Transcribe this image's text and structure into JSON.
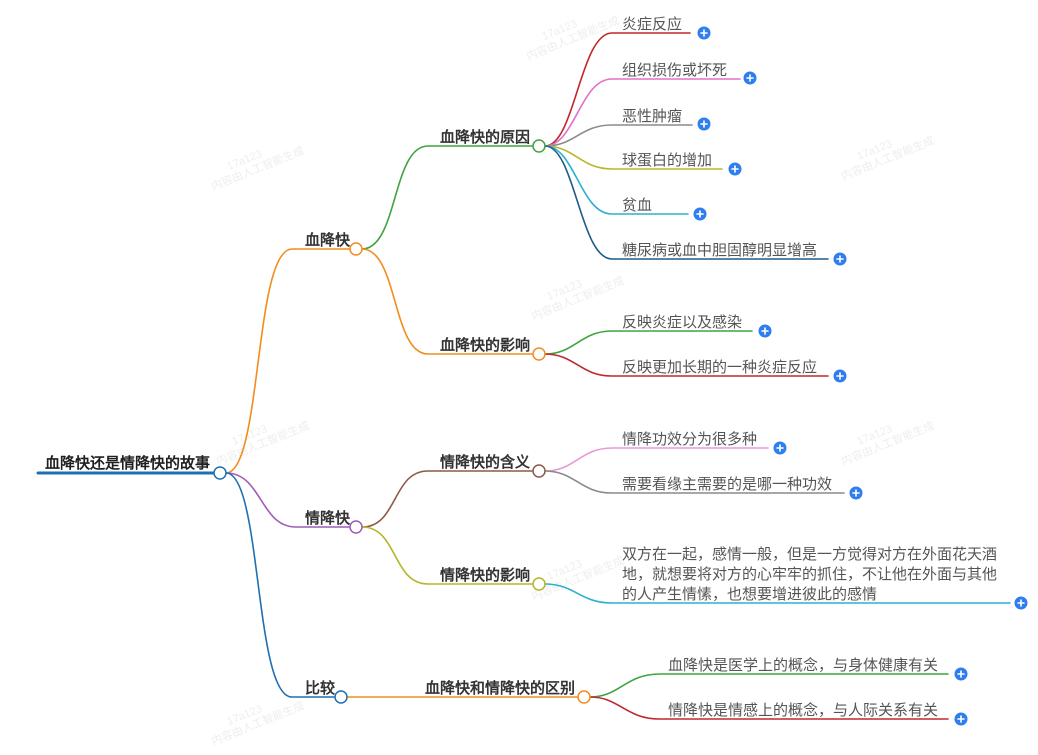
{
  "mindmap": {
    "root": {
      "label": "血降快还是情降快的故事",
      "color": "#1f6fb2"
    },
    "branches": [
      {
        "label": "血降快",
        "color": "#f28c1e",
        "children": [
          {
            "label": "血降快的原因",
            "color": "#3fa33f",
            "children": [
              {
                "label": "炎症反应",
                "color": "#c0282d"
              },
              {
                "label": "组织损伤或坏死",
                "color": "#e070c8"
              },
              {
                "label": "恶性肿瘤",
                "color": "#8a8a8a"
              },
              {
                "label": "球蛋白的增加",
                "color": "#b8b82c"
              },
              {
                "label": "贫血",
                "color": "#2cb0d0"
              },
              {
                "label": "糖尿病或血中胆固醇明显增高",
                "color": "#1e5c8c"
              }
            ]
          },
          {
            "label": "血降快的影响",
            "color": "#f28c1e",
            "children": [
              {
                "label": "反映炎症以及感染",
                "color": "#3fa33f"
              },
              {
                "label": "反映更加长期的一种炎症反应",
                "color": "#c0282d"
              }
            ]
          }
        ]
      },
      {
        "label": "情降快",
        "color": "#9d5cb8",
        "children": [
          {
            "label": "情降快的含义",
            "color": "#8b5a45",
            "children": [
              {
                "label": "情降功效分为很多种",
                "color": "#e89ad6"
              },
              {
                "label": "需要看缘主需要的是哪一种功效",
                "color": "#8a8a8a"
              }
            ]
          },
          {
            "label": "情降快的影响",
            "color": "#b5b52a",
            "children": [
              {
                "label": "双方在一起，感情一般，但是一方觉得对方在外面花天酒地，就想要将对方的心牢牢的抓住，不让他在外面与其他的人产生情愫，也想要增进彼此的感情",
                "color": "#2cb0d0"
              }
            ]
          }
        ]
      },
      {
        "label": "比较",
        "color": "#1f6fb2",
        "children": [
          {
            "label": "血降快和情降快的区别",
            "color": "#f28c1e",
            "children": [
              {
                "label": "血降快是医学上的概念，与身体健康有关",
                "color": "#3fa33f"
              },
              {
                "label": "情降快是情感上的概念，与人际关系有关",
                "color": "#c0282d"
              }
            ]
          }
        ]
      }
    ]
  },
  "ui": {
    "expand_icon": "plus-circle-icon",
    "expand_color": "#2f7ef0"
  },
  "watermark": {
    "line1": "17a123",
    "line2": "内容由人工智能生成"
  }
}
